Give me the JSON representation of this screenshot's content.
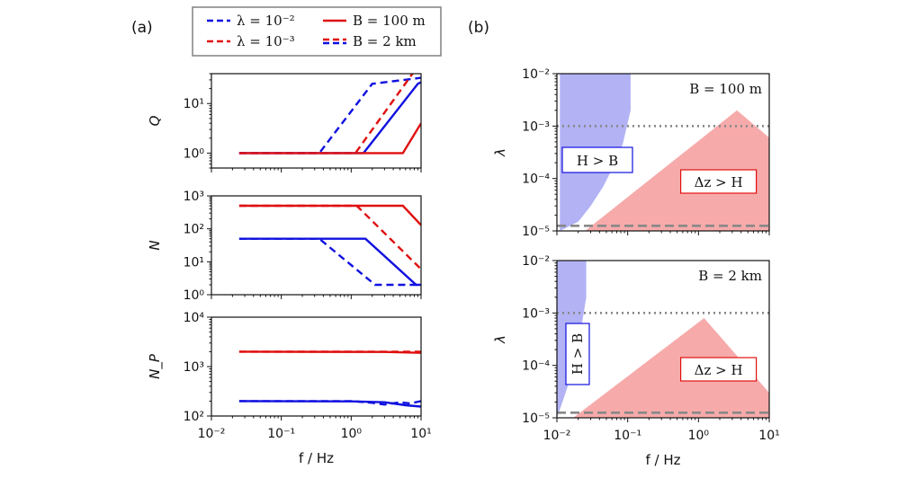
{
  "panel_labels": {
    "a": "(a)",
    "b": "(b)"
  },
  "legend": {
    "entries": [
      {
        "label": "λ = 10⁻²",
        "color": "#1010e0",
        "dash": "dashed"
      },
      {
        "label": "λ = 10⁻³",
        "color": "#e01010",
        "dash": "dashed"
      },
      {
        "label": "B = 100 m",
        "color": "#e01010",
        "dash": "solid"
      },
      {
        "label": "B = 2 km",
        "color": "#1010e0",
        "dash": "dashed"
      }
    ]
  },
  "colors": {
    "blue": "#1010e0",
    "red": "#e01010",
    "blue_fill": "#a8a8f4",
    "red_fill": "#f7aaaa",
    "overlap_fill": "#9a7fc8",
    "gray": "#888888"
  },
  "chart_data": [
    {
      "type": "line",
      "id": "Q",
      "ylabel": "Q",
      "xscale": "log",
      "yscale": "log",
      "xlim": [
        0.01,
        10
      ],
      "ylim": [
        0.5,
        40
      ],
      "yticks": [
        {
          "v": 1,
          "label": "10⁰"
        },
        {
          "v": 10,
          "label": "10¹"
        }
      ],
      "series": [
        {
          "color": "#1010e0",
          "dash": "dashed",
          "x": [
            0.025,
            0.35,
            2,
            10
          ],
          "y": [
            1,
            1,
            25,
            33
          ]
        },
        {
          "color": "#e01010",
          "dash": "dashed",
          "x": [
            0.025,
            1.15,
            8
          ],
          "y": [
            1,
            1,
            45
          ]
        },
        {
          "color": "#1010e0",
          "dash": "solid",
          "x": [
            0.025,
            1.5,
            9,
            10
          ],
          "y": [
            1,
            1,
            25,
            27
          ]
        },
        {
          "color": "#e01010",
          "dash": "solid",
          "x": [
            0.025,
            5.5,
            10
          ],
          "y": [
            1,
            1,
            4
          ]
        }
      ]
    },
    {
      "type": "line",
      "id": "N",
      "ylabel": "N",
      "xscale": "log",
      "yscale": "log",
      "xlim": [
        0.01,
        10
      ],
      "ylim": [
        1,
        1000
      ],
      "yticks": [
        {
          "v": 1,
          "label": "10⁰"
        },
        {
          "v": 10,
          "label": "10¹"
        },
        {
          "v": 100,
          "label": "10²"
        },
        {
          "v": 1000,
          "label": "10³"
        }
      ],
      "series": [
        {
          "color": "#e01010",
          "dash": "dashed",
          "x": [
            0.025,
            1.2,
            10
          ],
          "y": [
            500,
            500,
            6
          ]
        },
        {
          "color": "#e01010",
          "dash": "solid",
          "x": [
            0.025,
            5.5,
            10
          ],
          "y": [
            500,
            500,
            130
          ]
        },
        {
          "color": "#1010e0",
          "dash": "dashed",
          "x": [
            0.025,
            0.35,
            2.2,
            10
          ],
          "y": [
            50,
            50,
            2,
            2
          ]
        },
        {
          "color": "#1010e0",
          "dash": "solid",
          "x": [
            0.025,
            1.6,
            8.5,
            10
          ],
          "y": [
            50,
            50,
            2,
            2
          ]
        }
      ]
    },
    {
      "type": "line",
      "id": "NP",
      "ylabel": "N_P",
      "xscale": "log",
      "yscale": "log",
      "xlim": [
        0.01,
        10
      ],
      "ylim": [
        100,
        10000
      ],
      "xlabel": "f / Hz",
      "xticks": [
        {
          "v": 0.01,
          "label": "10⁻²"
        },
        {
          "v": 0.1,
          "label": "10⁻¹"
        },
        {
          "v": 1,
          "label": "10⁰"
        },
        {
          "v": 10,
          "label": "10¹"
        }
      ],
      "yticks": [
        {
          "v": 100,
          "label": "10²"
        },
        {
          "v": 1000,
          "label": "10³"
        },
        {
          "v": 10000,
          "label": "10⁴"
        }
      ],
      "series": [
        {
          "color": "#e01010",
          "dash": "dashed",
          "x": [
            0.025,
            10
          ],
          "y": [
            2000,
            2000
          ]
        },
        {
          "color": "#e01010",
          "dash": "solid",
          "x": [
            0.025,
            3,
            10
          ],
          "y": [
            2000,
            1980,
            1900
          ]
        },
        {
          "color": "#1010e0",
          "dash": "dashed",
          "x": [
            0.025,
            1,
            2,
            3,
            5,
            7,
            10
          ],
          "y": [
            200,
            200,
            185,
            170,
            190,
            180,
            200
          ]
        },
        {
          "color": "#1010e0",
          "dash": "solid",
          "x": [
            0.025,
            1,
            3,
            6,
            10
          ],
          "y": [
            200,
            198,
            190,
            165,
            155
          ]
        }
      ]
    },
    {
      "type": "area",
      "id": "b_top",
      "ylabel": "λ",
      "xscale": "log",
      "yscale": "log",
      "xlim": [
        0.01,
        10
      ],
      "ylim": [
        1e-05,
        0.01
      ],
      "annotation": "B = 100 m",
      "region_labels": {
        "blue": "H > B",
        "red": "Δz > H"
      },
      "yticks": [
        {
          "v": 1e-05,
          "label": "10⁻⁵"
        },
        {
          "v": 0.0001,
          "label": "10⁻⁴"
        },
        {
          "v": 0.001,
          "label": "10⁻³"
        },
        {
          "v": 0.01,
          "label": "10⁻²"
        }
      ],
      "blue_region": {
        "x": [
          0.011,
          0.11,
          0.11,
          0.085,
          0.06,
          0.045,
          0.03,
          0.02,
          0.011
        ],
        "y": [
          0.01,
          0.01,
          0.002,
          0.00045,
          0.00015,
          7e-05,
          3e-05,
          1.5e-05,
          1e-05
        ]
      },
      "red_region": {
        "x": [
          0.025,
          3.5,
          10,
          10,
          0.025
        ],
        "y": [
          1e-05,
          0.002,
          0.0006,
          1e-05,
          1e-05
        ]
      },
      "hlines": [
        {
          "y": 0.001,
          "style": "dotted"
        },
        {
          "y": 1.25e-05,
          "style": "dashed"
        }
      ]
    },
    {
      "type": "area",
      "id": "b_bottom",
      "ylabel": "λ",
      "xscale": "log",
      "yscale": "log",
      "xlim": [
        0.01,
        10
      ],
      "ylim": [
        1e-05,
        0.01
      ],
      "xlabel": "f / Hz",
      "annotation": "B = 2 km",
      "region_labels": {
        "blue": "H > B",
        "red": "Δz > H"
      },
      "xticks": [
        {
          "v": 0.01,
          "label": "10⁻²"
        },
        {
          "v": 0.1,
          "label": "10⁻¹"
        },
        {
          "v": 1,
          "label": "10⁰"
        },
        {
          "v": 10,
          "label": "10¹"
        }
      ],
      "yticks": [
        {
          "v": 1e-05,
          "label": "10⁻⁵"
        },
        {
          "v": 0.0001,
          "label": "10⁻⁴"
        },
        {
          "v": 0.001,
          "label": "10⁻³"
        },
        {
          "v": 0.01,
          "label": "10⁻²"
        }
      ],
      "blue_region": {
        "x": [
          0.01,
          0.026,
          0.026,
          0.022,
          0.018,
          0.015,
          0.012,
          0.01
        ],
        "y": [
          0.01,
          0.01,
          0.002,
          0.0005,
          0.00012,
          5e-05,
          2e-05,
          1e-05
        ]
      },
      "red_region": {
        "x": [
          0.017,
          1.2,
          10,
          10,
          0.017
        ],
        "y": [
          1e-05,
          0.0008,
          3e-05,
          1e-05,
          1e-05
        ]
      },
      "hlines": [
        {
          "y": 0.001,
          "style": "dotted"
        },
        {
          "y": 1.25e-05,
          "style": "dashed"
        }
      ]
    }
  ]
}
